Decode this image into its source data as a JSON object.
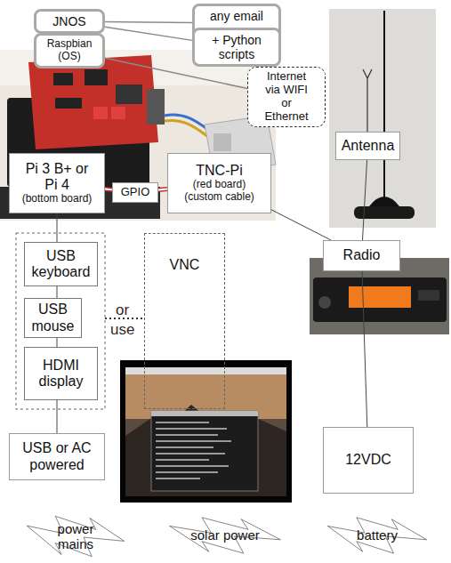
{
  "diagram": {
    "nodes": [
      {
        "text": [
          "JNOS"
        ]
      },
      {
        "text": [
          "Raspbian (OS)"
        ]
      },
      {
        "text": [
          "any email app"
        ]
      },
      {
        "text": [
          "+ Python scripts"
        ]
      },
      {
        "text": [
          "Internet via WIFI or Ethernet"
        ]
      },
      {
        "text": [
          "Pi 3 B+ or Pi 4",
          "(bottom board)"
        ]
      },
      {
        "text": [
          "GPIO"
        ]
      },
      {
        "text": [
          "TNC-Pi",
          "(red board) (custom cable)"
        ]
      },
      {
        "text": [
          "Antenna"
        ]
      },
      {
        "text": [
          "Radio"
        ]
      },
      {
        "text": [
          "USB keyboard"
        ]
      },
      {
        "text": [
          "USB mouse"
        ]
      },
      {
        "text": [
          "HDMI display"
        ]
      },
      {
        "text": [
          "VNC"
        ]
      },
      {
        "text": [
          "USB or AC powered"
        ]
      },
      {
        "text": [
          "12VDC"
        ]
      },
      {
        "text": [
          "power mains"
        ]
      },
      {
        "text": [
          "solar power"
        ]
      },
      {
        "text": [
          "battery"
        ]
      }
    ],
    "edges": [
      {
        "from": 0,
        "to": 2,
        "arrow": "none"
      },
      {
        "from": 0,
        "to": 3,
        "arrow": "none"
      },
      {
        "from": 1,
        "to": 4,
        "arrow": "none"
      },
      {
        "from": 5,
        "to": 6,
        "arrow": "none"
      },
      {
        "from": 6,
        "to": 7,
        "arrow": "none"
      },
      {
        "from": 7,
        "to": 9,
        "arrow": "none"
      },
      {
        "from": 9,
        "to": 8,
        "arrow": "none"
      },
      {
        "from": 9,
        "to": 15,
        "arrow": "none"
      },
      {
        "from": 5,
        "to": 14,
        "arrow": "none"
      }
    ],
    "labels": [
      "or",
      "use"
    ]
  }
}
